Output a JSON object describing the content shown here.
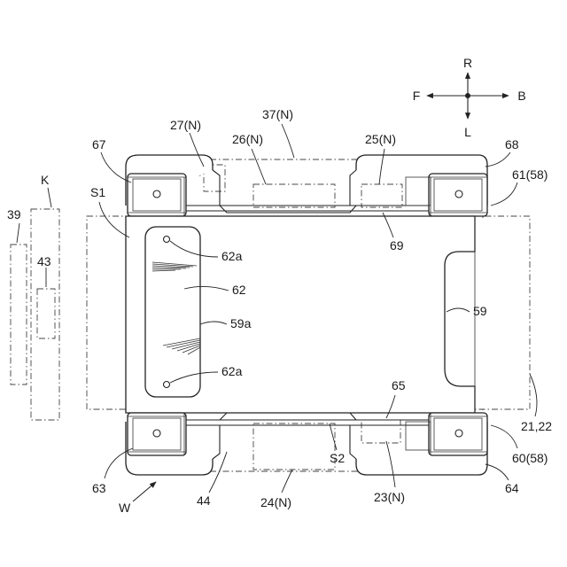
{
  "compass": {
    "r": "R",
    "f": "F",
    "b": "B",
    "l": "L"
  },
  "labels": {
    "k": "K",
    "n39": "39",
    "n43": "43",
    "n67": "67",
    "s1": "S1",
    "n27": "27(N)",
    "n37": "37(N)",
    "n26": "26(N)",
    "n25": "25(N)",
    "n68": "68",
    "n61": "61(58)",
    "n62a_top": "62a",
    "n62": "62",
    "n59a": "59a",
    "n62a_bottom": "62a",
    "n69": "69",
    "n59": "59",
    "n65": "65",
    "n2122": "21,22",
    "n60": "60(58)",
    "n63": "63",
    "w": "W",
    "n44": "44",
    "s2": "S2",
    "n24": "24(N)",
    "n23": "23(N)",
    "n64": "64"
  }
}
